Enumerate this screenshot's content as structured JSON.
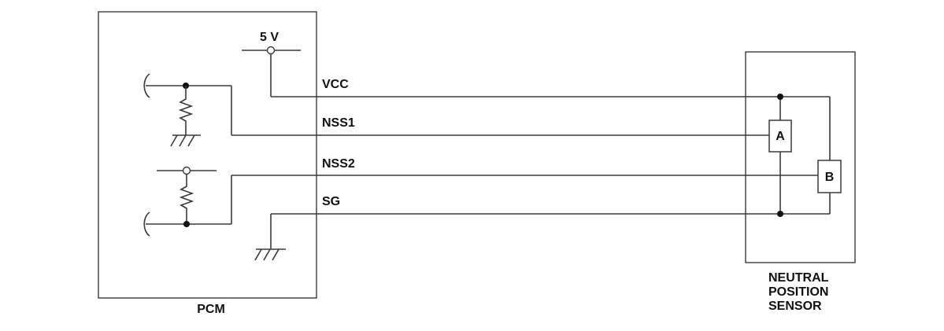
{
  "pcm": {
    "label": "PCM"
  },
  "supply": {
    "label": "5 V"
  },
  "signals": {
    "vcc": "VCC",
    "nss1": "NSS1",
    "nss2": "NSS2",
    "sg": "SG"
  },
  "sensor": {
    "label_lines": [
      "NEUTRAL",
      "POSITION",
      "SENSOR"
    ],
    "element_a": "A",
    "element_b": "B"
  },
  "colors": {
    "line": "#3a3a3a",
    "text": "#111111",
    "background": "#ffffff"
  }
}
